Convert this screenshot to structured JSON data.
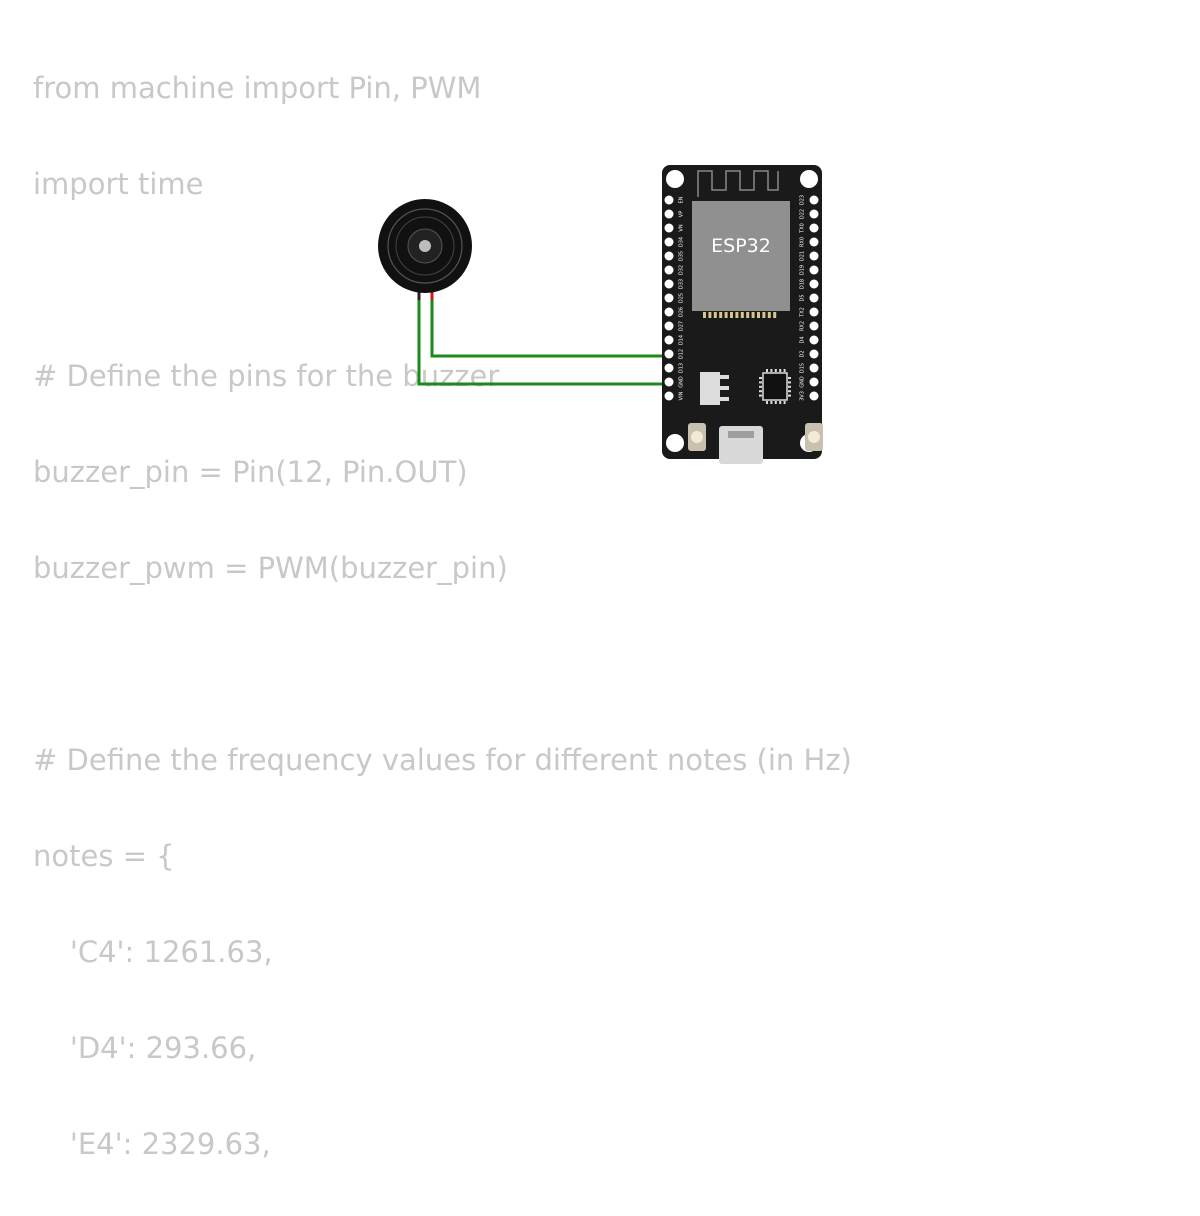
{
  "code_lines": [
    "from machine import Pin, PWM",
    "import time",
    "",
    "# Define the pins for the buzzer",
    "buzzer_pin = Pin(12, Pin.OUT)",
    "buzzer_pwm = PWM(buzzer_pin)",
    "",
    "# Define the frequency values for different notes (in Hz)",
    "notes = {",
    "    'C4': 1261.63,",
    "    'D4': 293.66,",
    "    'E4': 2329.63,"
  ],
  "board": {
    "chip_label": "ESP32",
    "left_pins": [
      "EN",
      "VP",
      "VN",
      "D34",
      "D35",
      "D32",
      "D33",
      "D25",
      "D26",
      "D27",
      "D14",
      "D12",
      "D13",
      "GND",
      "VIN"
    ],
    "right_pins": [
      "D23",
      "D22",
      "TX0",
      "RX0",
      "D21",
      "D19",
      "D18",
      "D5",
      "TX2",
      "RX2",
      "D4",
      "D2",
      "D15",
      "GND",
      "3V3"
    ]
  },
  "colors": {
    "code_text": "#c8c8c8",
    "board": "#1a1a1a",
    "chip": "#909090",
    "wire_green": "#1a8a1a",
    "wire_red": "#d01818",
    "buzzer": "#111111"
  }
}
